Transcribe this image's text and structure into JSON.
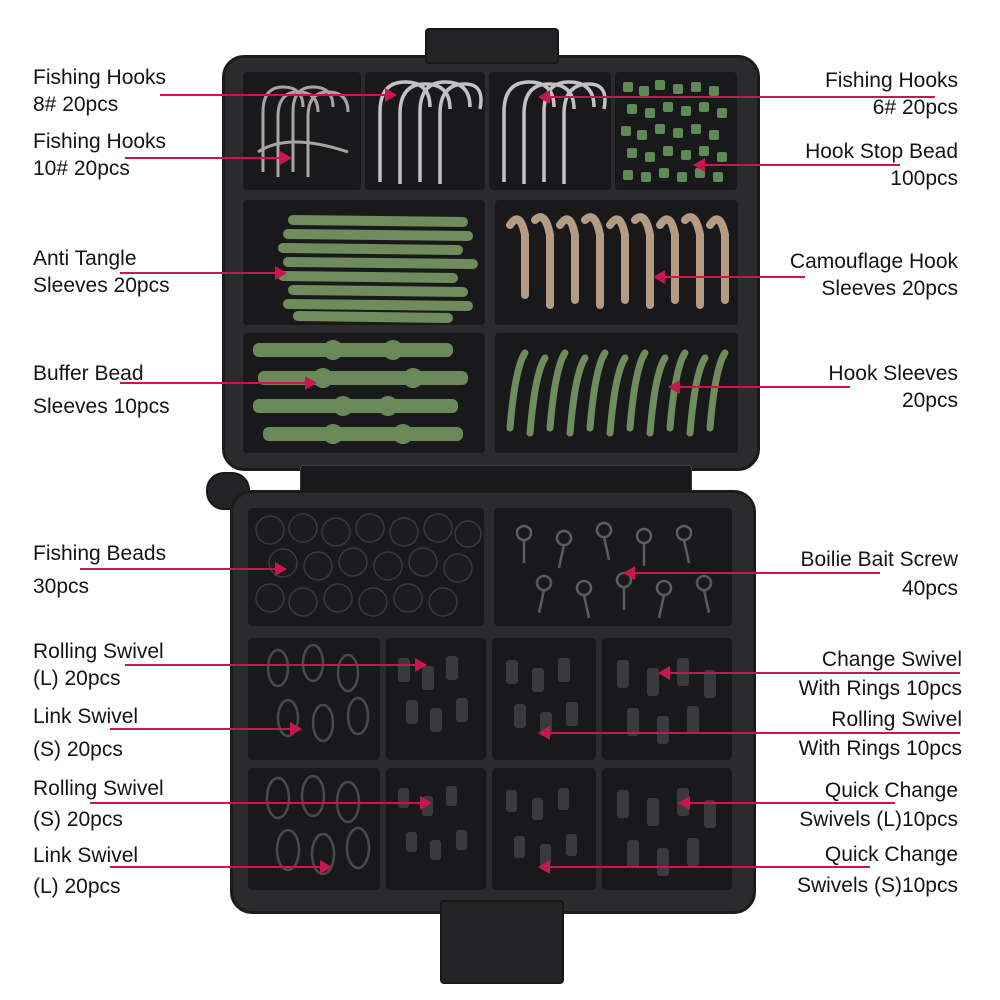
{
  "labels_left": [
    {
      "id": "fishing-hooks-8",
      "line1": "Fishing Hooks",
      "line2": "8# 20pcs"
    },
    {
      "id": "fishing-hooks-10",
      "line1": "Fishing Hooks",
      "line2": "10# 20pcs"
    },
    {
      "id": "anti-tangle",
      "line1": "Anti Tangle",
      "line2": "Sleeves 20pcs"
    },
    {
      "id": "buffer-bead",
      "line1": "Buffer Bead",
      "line2": "Sleeves 10pcs"
    },
    {
      "id": "fishing-beads",
      "line1": "Fishing Beads",
      "line2": "30pcs"
    },
    {
      "id": "rolling-swivel-l",
      "line1": "Rolling Swivel",
      "line2": "(L) 20pcs"
    },
    {
      "id": "link-swivel-s",
      "line1": "Link Swivel",
      "line2": "(S) 20pcs"
    },
    {
      "id": "rolling-swivel-s",
      "line1": "Rolling Swivel",
      "line2": "(S) 20pcs"
    },
    {
      "id": "link-swivel-l",
      "line1": "Link Swivel",
      "line2": "(L) 20pcs"
    }
  ],
  "labels_right": [
    {
      "id": "fishing-hooks-6",
      "line1": "Fishing Hooks",
      "line2": "6# 20pcs"
    },
    {
      "id": "hook-stop-bead",
      "line1": "Hook Stop Bead",
      "line2": "100pcs"
    },
    {
      "id": "camouflage-hook",
      "line1": "Camouflage Hook",
      "line2": "Sleeves 20pcs"
    },
    {
      "id": "hook-sleeves",
      "line1": "Hook Sleeves",
      "line2": "20pcs"
    },
    {
      "id": "boilie-bait-screw",
      "line1": "Boilie Bait Screw",
      "line2": "40pcs"
    },
    {
      "id": "change-swivel-rings",
      "line1": "Change Swivel",
      "line2": "With Rings 10pcs"
    },
    {
      "id": "rolling-swivel-rings",
      "line1": "Rolling Swivel",
      "line2": "With Rings 10pcs"
    },
    {
      "id": "quick-change-l",
      "line1": "Quick Change",
      "line2": "Swivels (L)10pcs"
    },
    {
      "id": "quick-change-s",
      "line1": "Quick Change",
      "line2": "Swivels (S)10pcs"
    }
  ],
  "colors": {
    "arrow": "#c8174f",
    "box": "#2b2b2d",
    "green": "#6f8c5d",
    "tan": "#b79a82",
    "metal": "#9a9a9e"
  }
}
